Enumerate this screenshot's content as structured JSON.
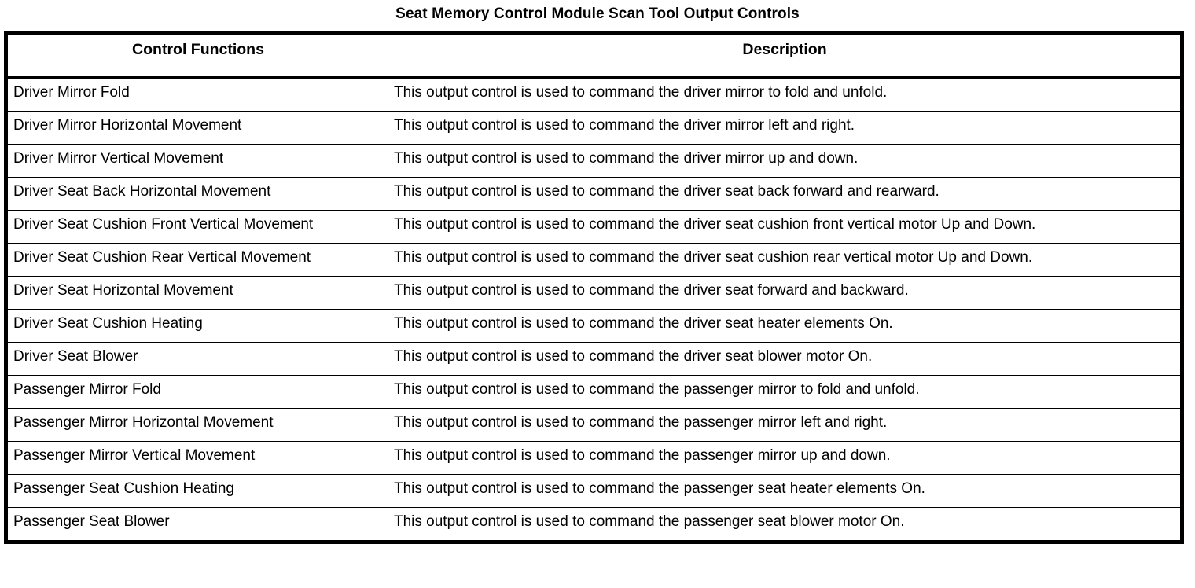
{
  "document": {
    "title": "Seat Memory Control Module Scan Tool Output Controls"
  },
  "table": {
    "columns": [
      {
        "label": "Control Functions"
      },
      {
        "label": "Description"
      }
    ],
    "rows": [
      {
        "function": "Driver Mirror Fold",
        "description": "This output control is used to command the driver mirror to fold and unfold."
      },
      {
        "function": "Driver Mirror Horizontal Movement",
        "description": "This output control is used to command the driver mirror left and right."
      },
      {
        "function": "Driver Mirror Vertical Movement",
        "description": "This output control is used to command the driver mirror up and down."
      },
      {
        "function": "Driver Seat Back Horizontal Movement",
        "description": "This output control is used to command the driver seat back forward and rearward."
      },
      {
        "function": "Driver Seat Cushion Front Vertical Movement",
        "description": "This output control is used to command the driver seat cushion front vertical motor Up and Down."
      },
      {
        "function": "Driver Seat Cushion Rear Vertical Movement",
        "description": "This output control is used to command the driver seat cushion rear vertical motor Up and Down."
      },
      {
        "function": "Driver Seat Horizontal Movement",
        "description": "This output control is used to command the driver seat forward and backward."
      },
      {
        "function": "Driver Seat Cushion Heating",
        "description": "This output control is used to command the driver seat heater elements On."
      },
      {
        "function": "Driver Seat Blower",
        "description": "This output control is used to command the driver seat blower motor On."
      },
      {
        "function": "Passenger Mirror Fold",
        "description": "This output control is used to command the passenger mirror to fold and unfold."
      },
      {
        "function": "Passenger Mirror Horizontal Movement",
        "description": "This output control is used to command the passenger mirror left and right."
      },
      {
        "function": "Passenger Mirror Vertical Movement",
        "description": "This output control is used to command the passenger mirror up and down."
      },
      {
        "function": "Passenger Seat Cushion Heating",
        "description": "This output control is used to command the passenger seat heater elements On."
      },
      {
        "function": "Passenger Seat Blower",
        "description": "This output control is used to command the passenger seat blower motor On."
      }
    ]
  }
}
